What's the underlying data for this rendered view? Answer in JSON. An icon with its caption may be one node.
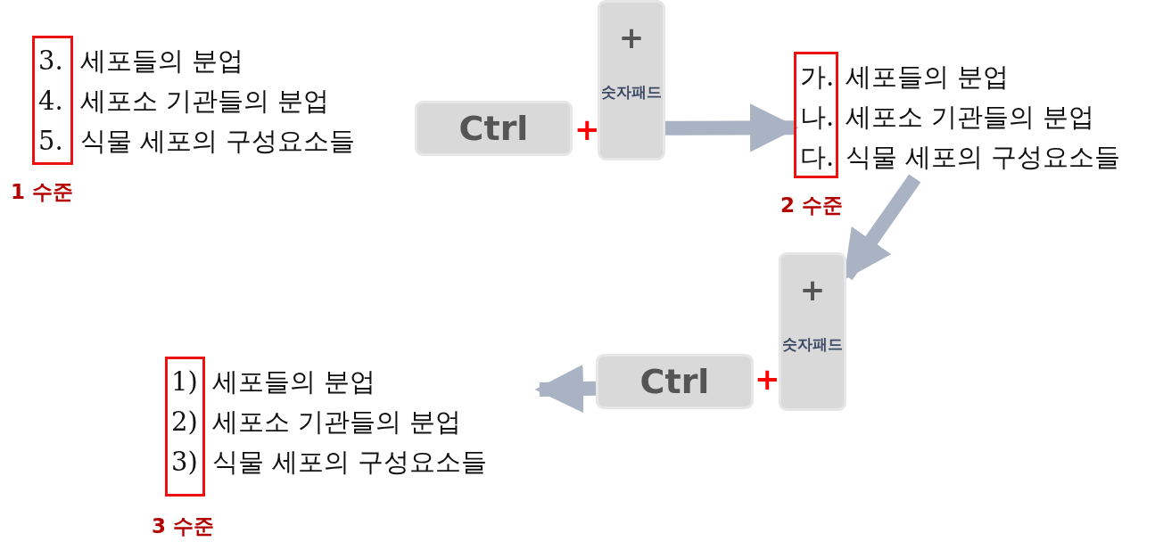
{
  "diagram": {
    "nodes": [
      {
        "text": [
          "세포들의 분업",
          "세포소 기관들의 분업",
          "식물 세포의 구성요소들"
        ],
        "beside": [
          "1 수준"
        ]
      },
      {
        "text": [
          "3.",
          "4.",
          "5."
        ],
        "in": 0
      },
      {
        "text": [
          "Ctrl"
        ]
      },
      {
        "text": [
          "+",
          "숫자패드"
        ]
      },
      {
        "text": [
          "세포들의 분업",
          "세포소 기관들의 분업",
          "식물 세포의 구성요소들"
        ],
        "beside": [
          "2 수준"
        ]
      },
      {
        "text": [
          "가.",
          "나.",
          "다."
        ],
        "in": 4
      },
      {
        "text": [
          "+",
          "숫자패드"
        ]
      },
      {
        "text": [
          "Ctrl"
        ]
      },
      {
        "text": [
          "세포들의 분업",
          "세포소 기관들의 분업",
          "식물 세포의 구성요소들"
        ],
        "beside": [
          "3 수준"
        ]
      },
      {
        "text": [
          "1)",
          "2)",
          "3)"
        ],
        "in": 8
      }
    ],
    "edges": [
      {
        "from": 3,
        "to": 4,
        "arrow": "to"
      },
      {
        "from": 4,
        "to": 6,
        "arrow": "to"
      },
      {
        "from": 7,
        "to": 8,
        "arrow": "to"
      }
    ],
    "labels": [
      "+",
      "+"
    ]
  }
}
